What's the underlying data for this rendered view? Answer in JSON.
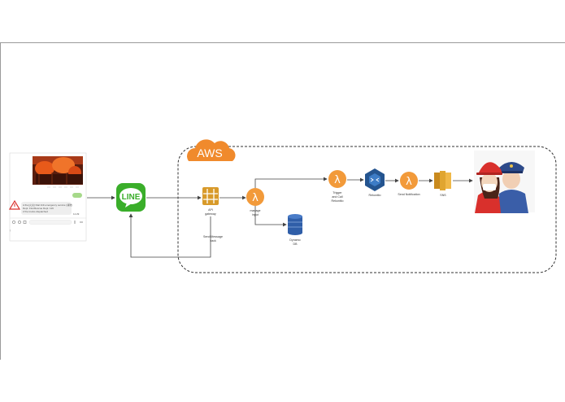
{
  "cloud_label": "AWS",
  "line_label": "LINE",
  "nodes": {
    "api_gateway": [
      "API",
      "gateway"
    ],
    "send_message_back": [
      "Send Message",
      "back"
    ],
    "manage_input": [
      "manage",
      "input"
    ],
    "dynamo": [
      "Dynamo",
      "DB"
    ],
    "trigger": [
      "Trigger",
      "and Call",
      "Rekonitio"
    ],
    "rekognition": [
      "Rekonitio"
    ],
    "send_notification": [
      "Send Notification"
    ],
    "sns": [
      "SNS"
    ]
  },
  "phone": {
    "chat_text": [
      "A fire(火災) Dial 119 emergency service (消防)",
      "Dept. Fire/Rescue Dept. 119",
      "2 fire trucks dispatched"
    ],
    "status_time": "11:29",
    "icons": [
      "camera-icon",
      "image-icon",
      "mic-icon"
    ]
  },
  "colors": {
    "aws_orange": "#f08a2c",
    "line_green": "#3aae2a",
    "lambda_orange": "#f29a3a",
    "dynamo_blue": "#2f5ea8",
    "rekognition_blue": "#24548f",
    "api_gold": "#d89a2a",
    "sns_gold": "#e0a530",
    "arrow": "#444444",
    "warning_red": "#d9302c"
  }
}
